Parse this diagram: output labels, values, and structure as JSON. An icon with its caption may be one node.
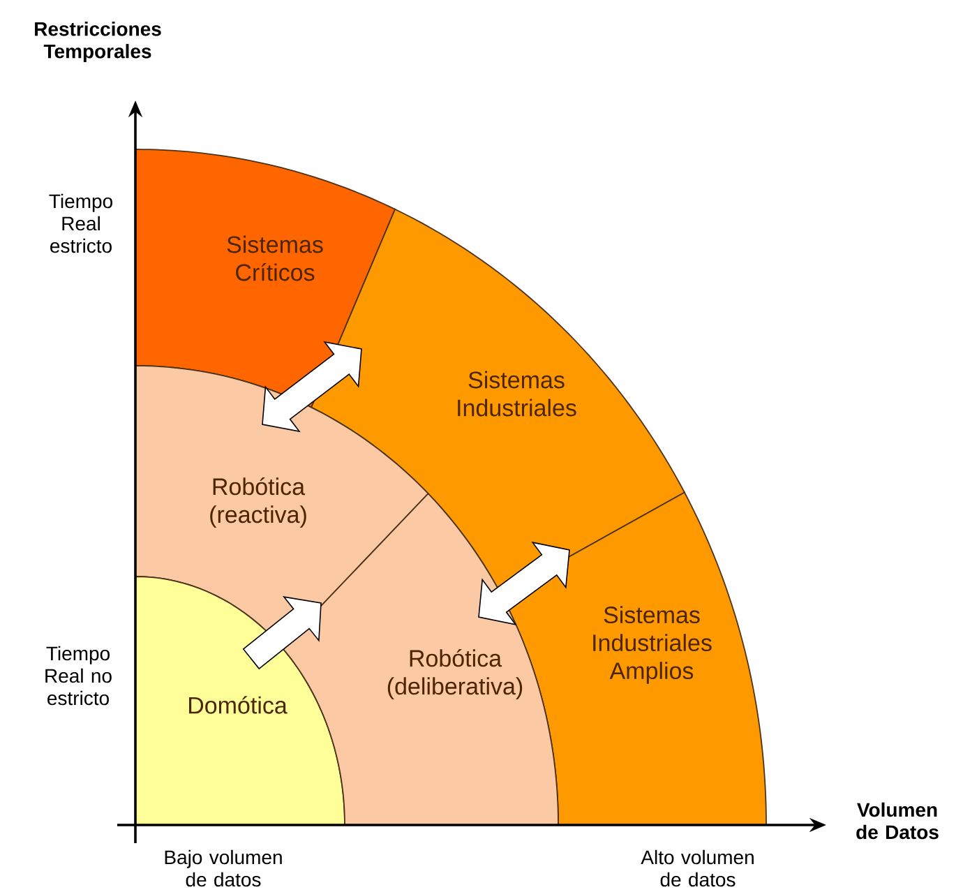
{
  "diagram": {
    "nodes": [
      {
        "text": [
          "Sistemas Críticos"
        ]
      },
      {
        "text": [
          "Sistemas Industriales"
        ]
      },
      {
        "text": [
          "Robótica (reactiva)"
        ]
      },
      {
        "text": [
          "Sistemas Industriales Amplios"
        ]
      },
      {
        "text": [
          "Domótica"
        ]
      },
      {
        "text": [
          "Robótica (deliberativa)"
        ]
      }
    ],
    "edges": [
      {
        "from": 2,
        "to": 1,
        "arrow": "both"
      },
      {
        "from": 4,
        "to": 2,
        "arrow": "to"
      },
      {
        "from": 5,
        "to": 3,
        "arrow": "both"
      }
    ],
    "labels": [
      "Restricciones Temporales",
      "Tiempo Real estricto",
      "Tiempo Real no estricto",
      "Volumen de Datos",
      "Bajo volumen de datos",
      "Alto volumen de datos"
    ]
  }
}
